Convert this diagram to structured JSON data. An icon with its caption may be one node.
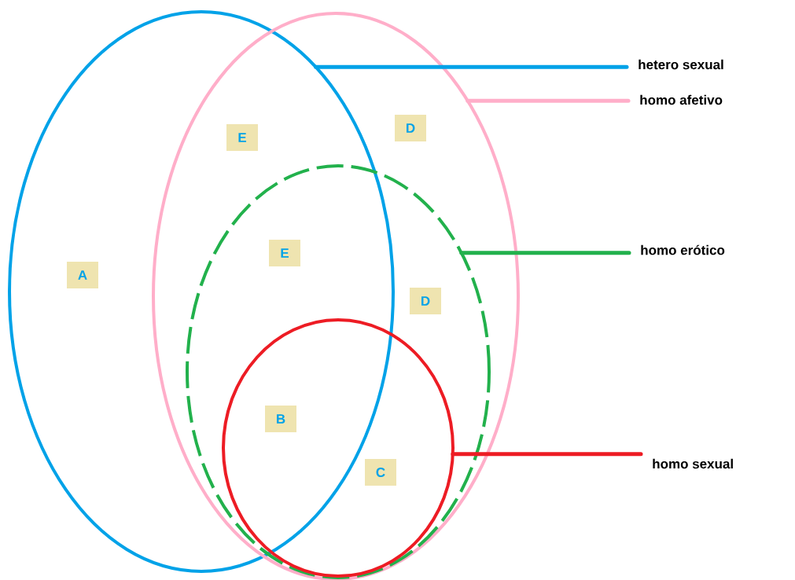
{
  "diagram": {
    "nodes": [
      {
        "text": [],
        "shape": "ellipse"
      },
      {
        "text": [],
        "shape": "ellipse"
      },
      {
        "text": [],
        "shape": "ellipse",
        "in": 1
      },
      {
        "text": [],
        "shape": "ellipse",
        "in": 2
      },
      {
        "text": [
          "hetero sexual"
        ]
      },
      {
        "text": [
          "homo afetivo"
        ]
      },
      {
        "text": [
          "homo erótico"
        ]
      },
      {
        "text": [
          "homo sexual"
        ]
      },
      {
        "text": [
          "E"
        ]
      },
      {
        "text": [
          "D"
        ],
        "in": 1
      },
      {
        "text": [
          "E"
        ]
      },
      {
        "text": [
          "A"
        ],
        "in": 0
      },
      {
        "text": [
          "D"
        ],
        "in": 2
      },
      {
        "text": [
          "B"
        ]
      },
      {
        "text": [
          "C"
        ],
        "in": 3
      }
    ],
    "edges": [
      {
        "from": 4,
        "to": 0,
        "arrow": "none",
        "color": "#00a2e8"
      },
      {
        "from": 5,
        "to": 1,
        "arrow": "none",
        "color": "#ffaec9"
      },
      {
        "from": 6,
        "to": 2,
        "arrow": "none",
        "color": "#22b14c"
      },
      {
        "from": 7,
        "to": 3,
        "arrow": "none",
        "color": "#ed1c24"
      }
    ]
  }
}
